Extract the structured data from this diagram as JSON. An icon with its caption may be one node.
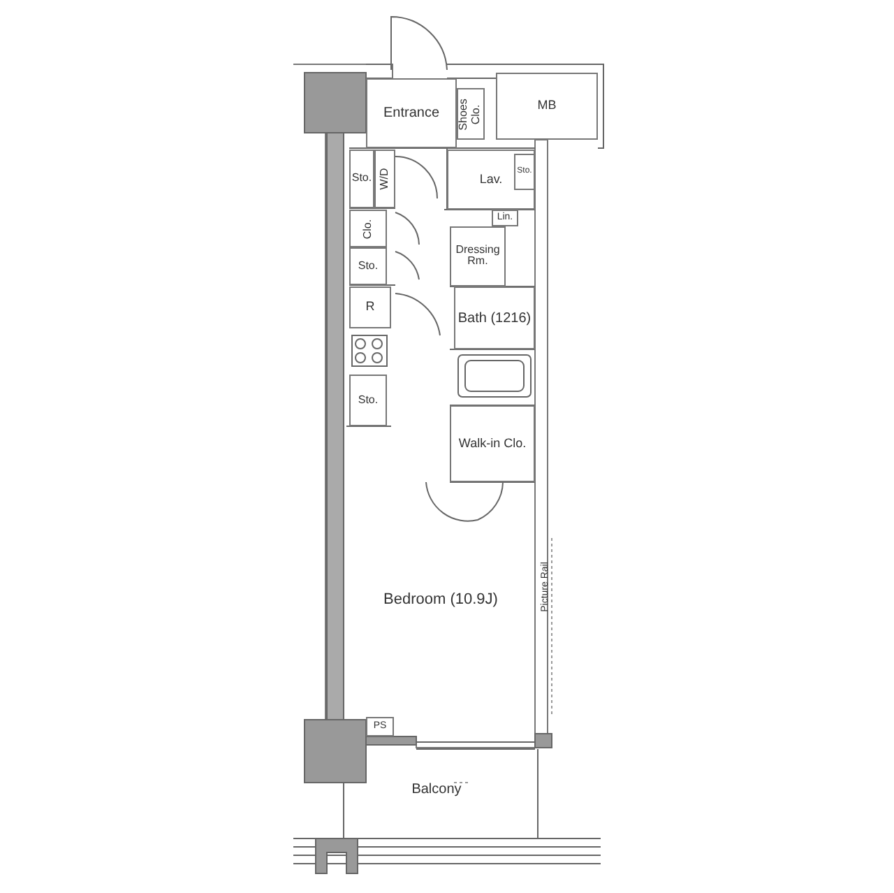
{
  "diagram": {
    "nodes": [
      {
        "text": [
          "Entrance"
        ]
      },
      {
        "text": [
          "Shoes Clo."
        ]
      },
      {
        "text": [
          "MB"
        ]
      },
      {
        "text": [
          "Sto."
        ]
      },
      {
        "text": [
          "W/D"
        ]
      },
      {
        "text": [
          "Lav."
        ]
      },
      {
        "text": [
          "Sto."
        ],
        "in": 5
      },
      {
        "text": [
          "Lin."
        ]
      },
      {
        "text": [
          "Clo."
        ]
      },
      {
        "text": [
          "Sto."
        ]
      },
      {
        "text": [
          "Dressing Rm."
        ]
      },
      {
        "text": [
          "R"
        ]
      },
      {
        "text": [
          "Sto."
        ]
      },
      {
        "text": [
          "Bath (1216)"
        ]
      },
      {
        "text": [
          "Walk-in Clo."
        ]
      },
      {
        "text": [
          "Bedroom (10.9J)"
        ]
      },
      {
        "text": [
          "PS"
        ]
      },
      {
        "text": [
          "Balcony"
        ]
      }
    ],
    "labels": [
      "Picture Rail"
    ]
  }
}
